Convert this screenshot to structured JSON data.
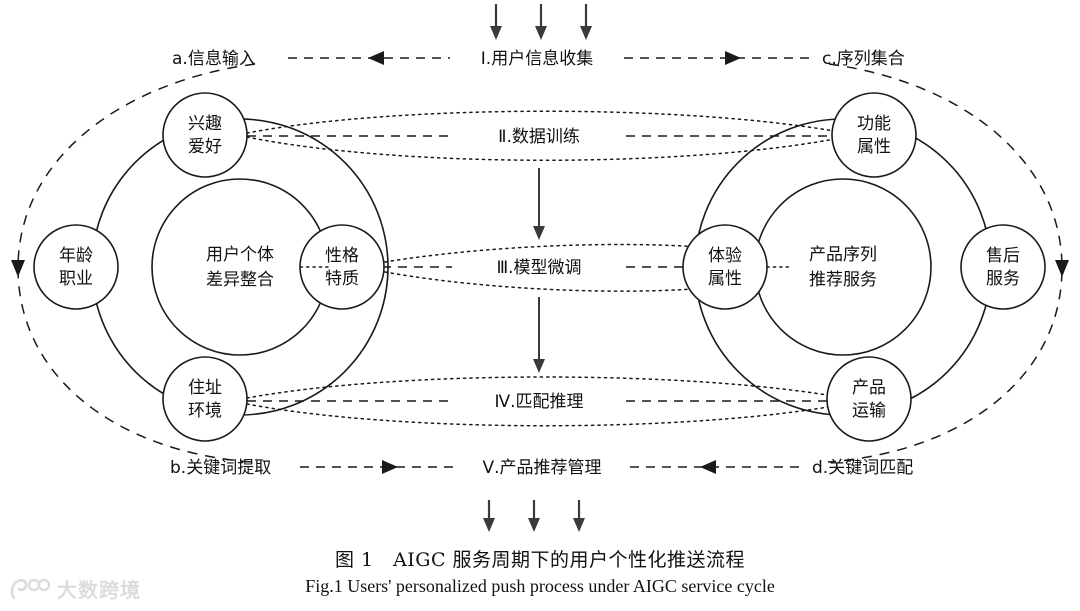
{
  "figure": {
    "caption_cn": "图 1　AIGC 服务周期下的用户个性化推送流程",
    "caption_en": "Fig.1 Users' personalized push process under AIGC service cycle"
  },
  "watermark": {
    "text": "大数跨境",
    "logo_name": "dashu-kuajing-logo"
  },
  "stages": {
    "stage1": "Ⅰ.用户信息收集",
    "stage2": "Ⅱ.数据训练",
    "stage3": "Ⅲ.模型微调",
    "stage4": "Ⅳ.匹配推理",
    "stage5": "Ⅴ.产品推荐管理"
  },
  "side_labels": {
    "a": "a.信息输入",
    "b": "b.关键词提取",
    "c": "c.序列集合",
    "d": "d.关键词匹配"
  },
  "left_cluster": {
    "core": "用户个体\n差异整合",
    "core_line1": "用户个体",
    "core_line2": "差异整合",
    "nodes": [
      {
        "id": "interest",
        "line1": "兴趣",
        "line2": "爱好"
      },
      {
        "id": "age-occupation",
        "line1": "年龄",
        "line2": "职业"
      },
      {
        "id": "personality",
        "line1": "性格",
        "line2": "特质"
      },
      {
        "id": "address-environment",
        "line1": "住址",
        "line2": "环境"
      }
    ]
  },
  "right_cluster": {
    "core_line1": "产品序列",
    "core_line2": "推荐服务",
    "nodes": [
      {
        "id": "function-attribute",
        "line1": "功能",
        "line2": "属性"
      },
      {
        "id": "experience-attribute",
        "line1": "体验",
        "line2": "属性"
      },
      {
        "id": "after-sales",
        "line1": "售后",
        "line2": "服务"
      },
      {
        "id": "product-transport",
        "line1": "产品",
        "line2": "运输"
      }
    ]
  },
  "colors": {
    "stroke": "#1a1a1a",
    "arrow": "#3a3a3a",
    "background": "#ffffff"
  }
}
